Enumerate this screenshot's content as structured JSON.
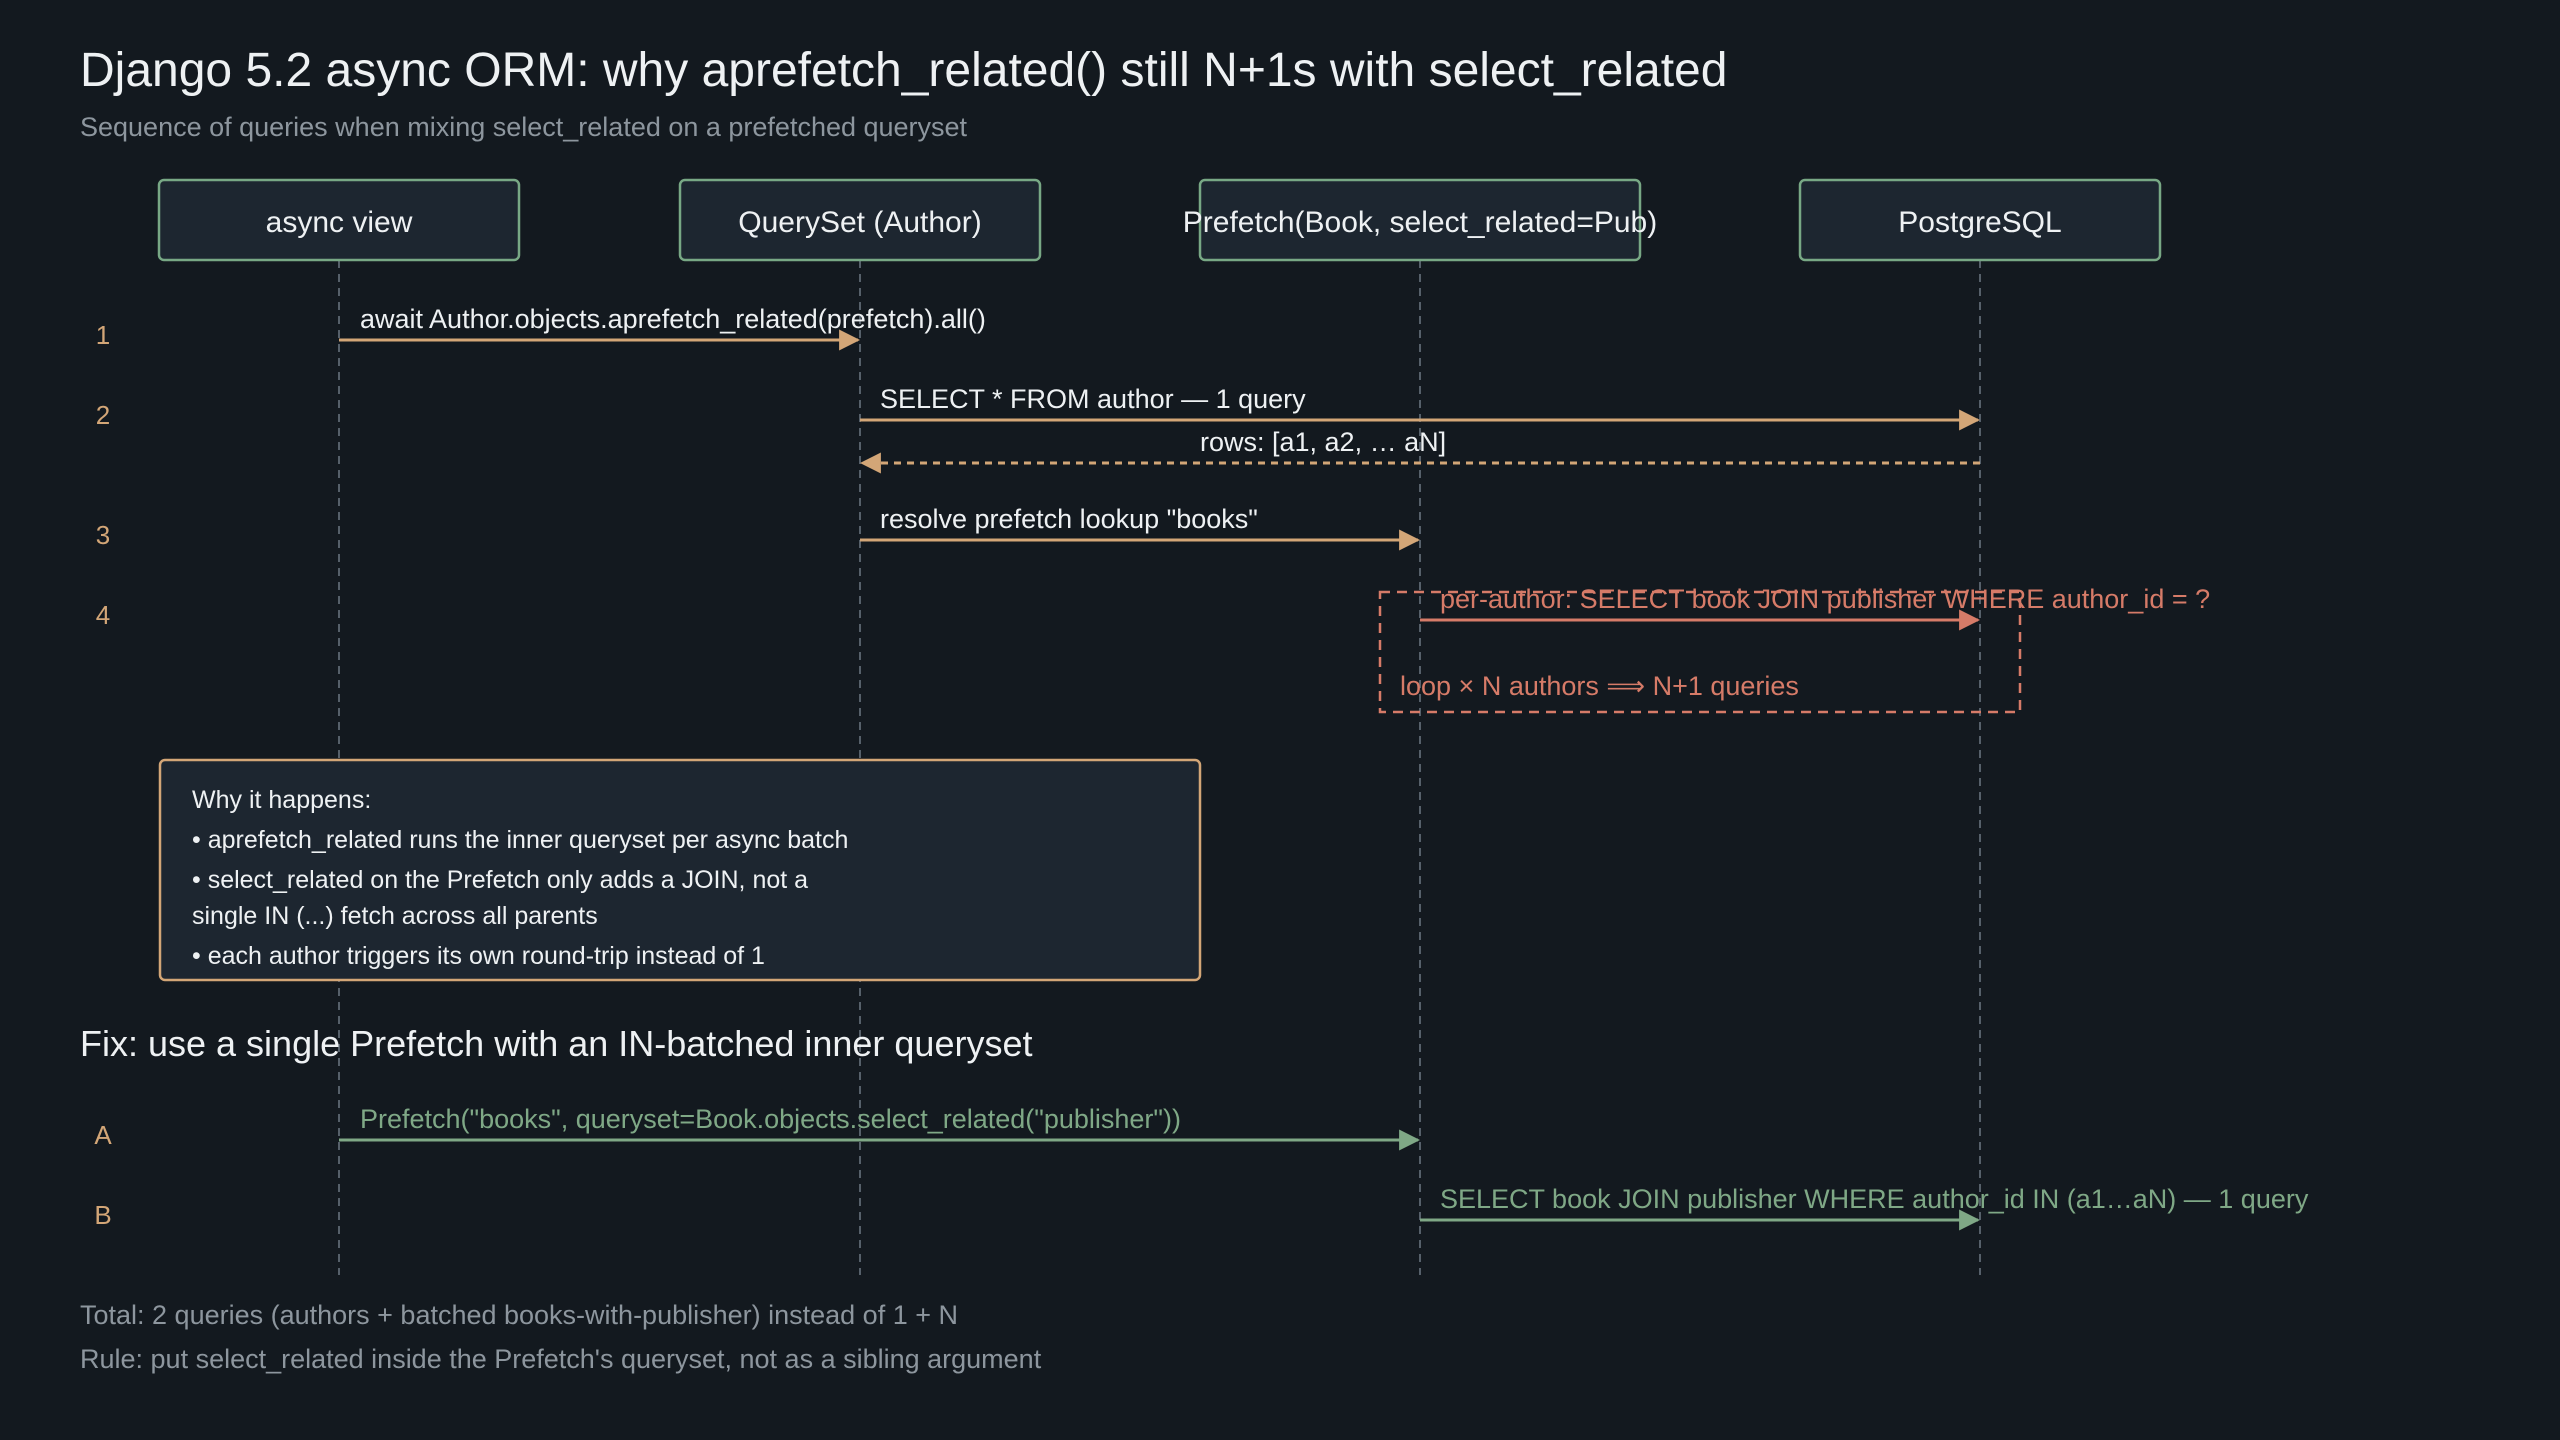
{
  "header": {
    "title": "Django 5.2 async ORM: why aprefetch_related() still N+1s with select_related",
    "subtitle": "Sequence of queries when mixing select_related on a prefetched queryset"
  },
  "participants": [
    {
      "id": "view",
      "label": "async view"
    },
    {
      "id": "qs",
      "label": "QuerySet (Author)"
    },
    {
      "id": "prefetch",
      "label": "Prefetch(Book, select_related=Pub)"
    },
    {
      "id": "db",
      "label": "PostgreSQL"
    }
  ],
  "messages": [
    {
      "step": "1",
      "from": "view",
      "to": "qs",
      "label": "await Author.objects.aprefetch_related(prefetch).all()",
      "kind": "call"
    },
    {
      "step": "2",
      "from": "qs",
      "to": "db",
      "label": "SELECT * FROM author — 1 query",
      "kind": "call"
    },
    {
      "step": "",
      "from": "db",
      "to": "qs",
      "label": "rows: [a1, a2, … aN]",
      "kind": "return"
    },
    {
      "step": "3",
      "from": "qs",
      "to": "prefetch",
      "label": "resolve prefetch lookup \"books\"",
      "kind": "call"
    }
  ],
  "loop": {
    "step": "4",
    "from": "prefetch",
    "to": "db",
    "message": "per-author: SELECT book JOIN publisher WHERE author_id = ?",
    "label": "loop × N authors ⟹ N+1 queries"
  },
  "note": {
    "heading": "Why it happens:",
    "lines": [
      "• aprefetch_related runs the inner queryset per async batch",
      "• select_related on the Prefetch only adds a JOIN, not a",
      "single IN (...) fetch across all parents",
      "• each author triggers its own round-trip instead of 1"
    ]
  },
  "fix": {
    "title": "Fix: use a single Prefetch with an IN-batched inner queryset",
    "messages": [
      {
        "step": "A",
        "from": "view",
        "to": "prefetch",
        "label": "Prefetch(\"books\", queryset=Book.objects.select_related(\"publisher\"))"
      },
      {
        "step": "B",
        "from": "prefetch",
        "to": "db",
        "label": "SELECT book JOIN publisher WHERE author_id IN (a1…aN) — 1 query"
      }
    ]
  },
  "footer": {
    "total": "Total: 2 queries (authors + batched books-with-publisher) instead of 1 + N",
    "rule": "Rule: put select_related inside the Prefetch's queryset, not as a sibling argument"
  },
  "colors": {
    "background": "#13191f",
    "lane_border": "#78a885",
    "call_arrow": "#d3a677",
    "loop": "#d67b68",
    "fix": "#7fa886",
    "muted_text": "#8d969e"
  }
}
